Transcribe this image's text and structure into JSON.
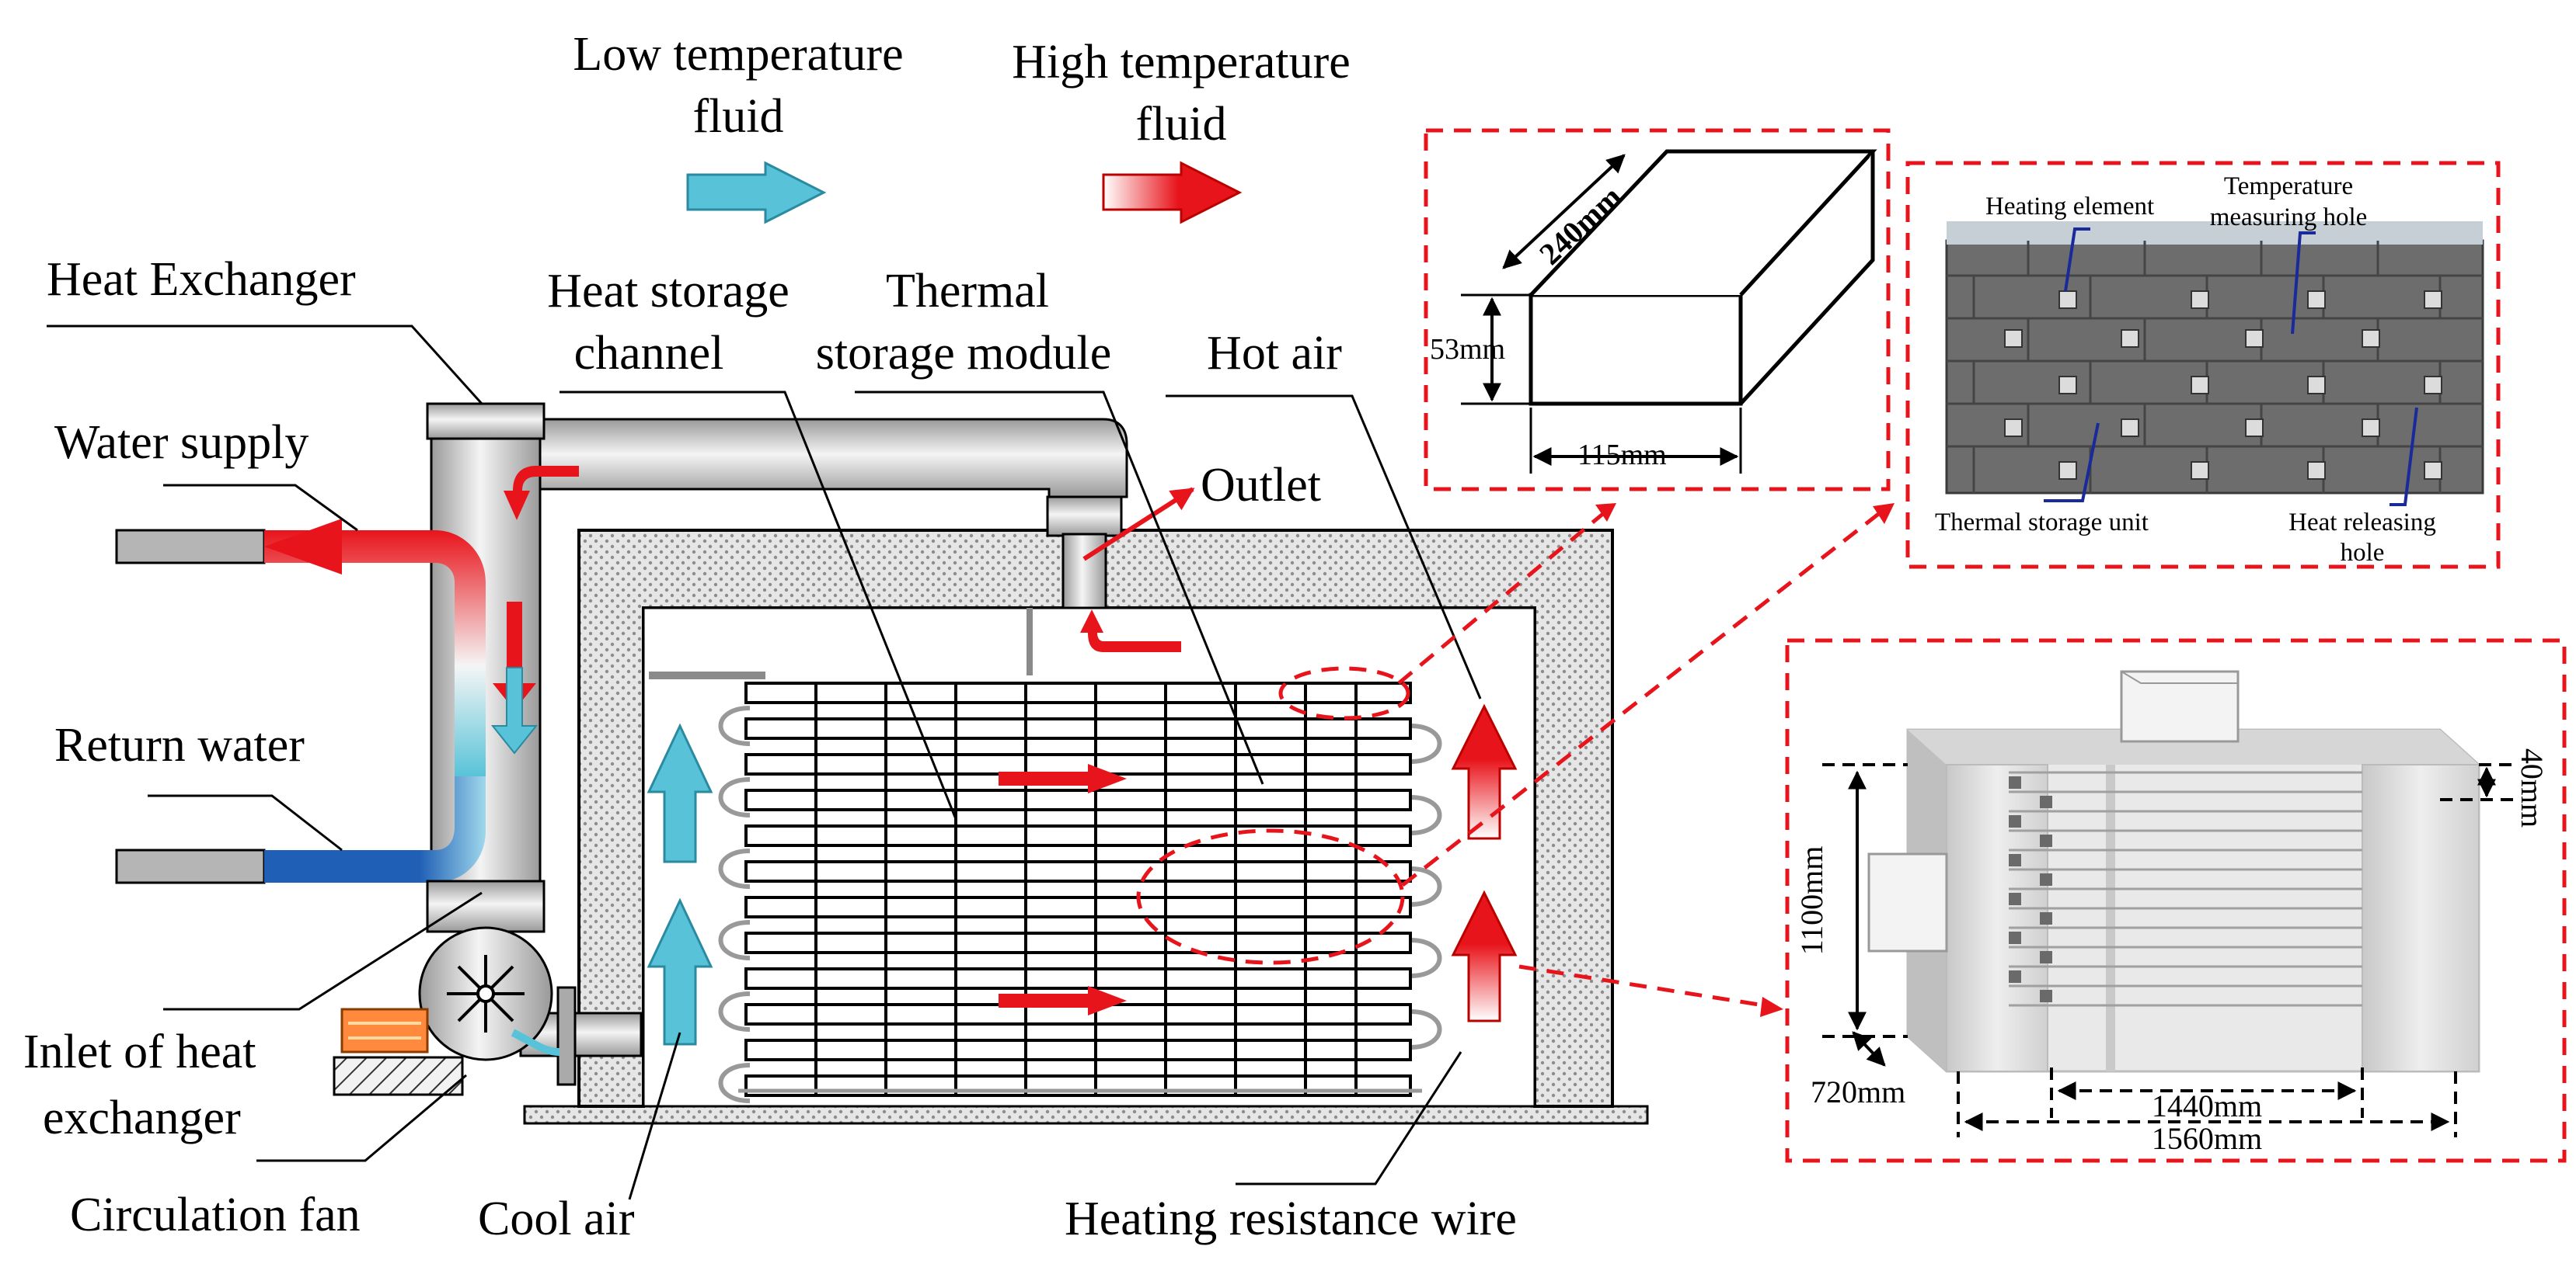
{
  "legend": {
    "low_temp_line1": "Low temperature",
    "low_temp_line2": "fluid",
    "high_temp_line1": "High temperature",
    "high_temp_line2": "fluid"
  },
  "labels": {
    "heat_exchanger": "Heat Exchanger",
    "water_supply": "Water supply",
    "return_water": "Return water",
    "inlet_line1": "Inlet of heat",
    "inlet_line2": "exchanger",
    "circulation_fan": "Circulation fan",
    "cool_air": "Cool air",
    "heat_storage_line1": "Heat storage",
    "heat_storage_line2": "channel",
    "thermal_module_line1": "Thermal",
    "thermal_module_line2": "storage module",
    "hot_air": "Hot air",
    "outlet": "Outlet",
    "heating_wire": "Heating resistance wire"
  },
  "brick_panel": {
    "length": "240mm",
    "height": "53mm",
    "width": "115mm"
  },
  "module_panel": {
    "heating_element": "Heating element",
    "temp_hole_line1": "Temperature",
    "temp_hole_line2": "measuring hole",
    "storage_unit": "Thermal storage unit",
    "release_line1": "Heat releasing",
    "release_line2": "hole"
  },
  "box_panel": {
    "dim_top": "40mm",
    "dim_height": "1100mm",
    "dim_depth": "720mm",
    "dim_inner": "1440mm",
    "dim_outer": "1560mm"
  },
  "colors": {
    "hot": "#e8141b",
    "cold": "#58c3d8",
    "return_blue": "#1f5fb5",
    "callout": "#e8141b",
    "leader_blue": "#1a2a9a"
  }
}
